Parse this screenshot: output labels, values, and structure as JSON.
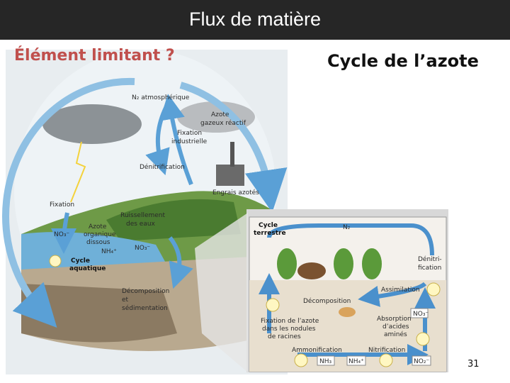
{
  "header": {
    "title": "Flux de matière"
  },
  "subtitle_left": "Élément limitant ?",
  "subtitle_right": "Cycle de l’azote",
  "page_number": "31",
  "global_cycle": {
    "labels": {
      "n2_atmo": "N₂ atmosphérique",
      "azote_gazeux_1": "Azote",
      "azote_gazeux_2": "gazeux réactif",
      "fixation_ind_1": "Fixation",
      "fixation_ind_2": "industrielle",
      "denitrification": "Dénitrification",
      "engrais": "Engrais azotés",
      "fixation": "Fixation",
      "ruissellement_1": "Ruissellement",
      "ruissellement_2": "des eaux",
      "no3_left": "NO₃⁻",
      "azote_org_1": "Azote",
      "azote_org_2": "organique",
      "azote_org_3": "dissous",
      "nh4_left": "NH₄⁺",
      "no3_mid": "NO₃⁻",
      "cycle_aq_1": "Cycle",
      "cycle_aq_2": "aquatique",
      "decomp_1": "Décomposition",
      "decomp_2": "et",
      "decomp_3": "sédimentation"
    }
  },
  "terrestrial_cycle": {
    "labels": {
      "cycle_terr_1": "Cycle",
      "cycle_terr_2": "terrestre",
      "n2": "N₂",
      "denitri_1": "Dénitri-",
      "denitri_2": "fication",
      "assimilation": "Assimilation",
      "decomposition": "Décomposition",
      "no3": "NO₃⁻",
      "absorption_1": "Absorption",
      "absorption_2": "d’acides",
      "absorption_3": "aminés",
      "fixation_1": "Fixation de l’azote",
      "fixation_2": "dans les nodules",
      "fixation_3": "de racines",
      "ammonification": "Ammonification",
      "nitrification": "Nitrification",
      "nh3": "NH₃",
      "nh4": "NH₄⁺",
      "no2": "NO₂⁻"
    }
  },
  "colors": {
    "header_bg": "#262626",
    "accent_title": "#c0504d",
    "arrow_blue": "#5aa0d6"
  }
}
